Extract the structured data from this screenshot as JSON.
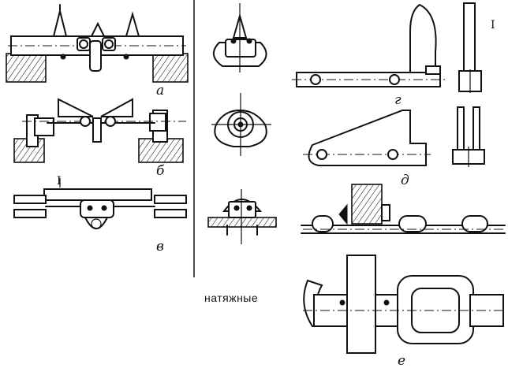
{
  "figure": {
    "labels": {
      "a": "а",
      "b": "б",
      "v": "в",
      "g": "г",
      "d": "д",
      "e": "е",
      "one_top_right": "I",
      "one_left": "I"
    },
    "caption": "натяжные"
  }
}
